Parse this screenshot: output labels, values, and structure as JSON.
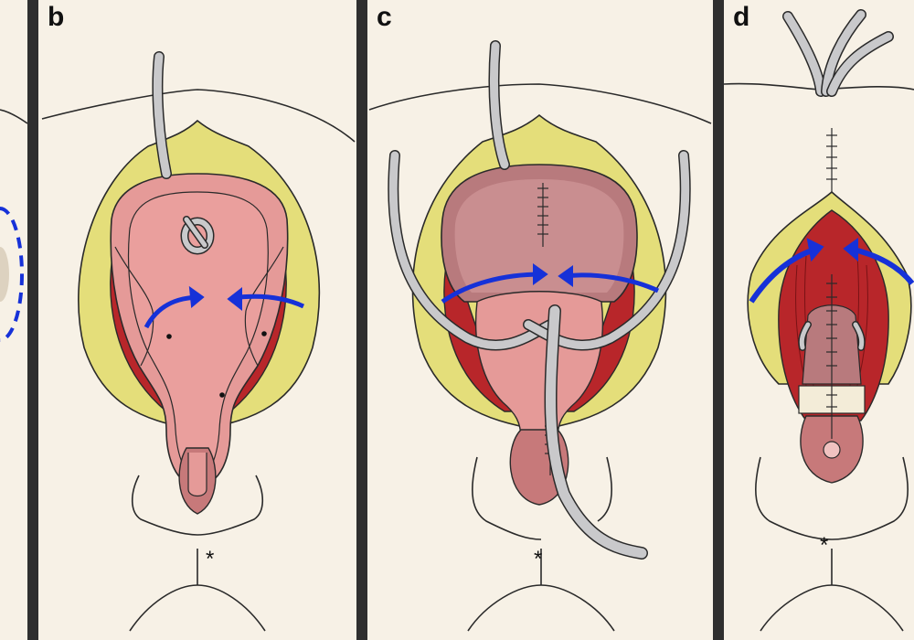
{
  "panels": [
    {
      "label": ""
    },
    {
      "label": "b"
    },
    {
      "label": "c"
    },
    {
      "label": "d"
    }
  ],
  "markers": {
    "asterisk": "*"
  },
  "colors": {
    "skin": "#f7f1e6",
    "fat": "#e4de7a",
    "muscle": "#b8262a",
    "mucosa": "#e59a98",
    "mucosa_dark": "#c7797a",
    "tube": "#c9c9cb",
    "arrow": "#1631d8",
    "divider": "#2f2f2f"
  }
}
